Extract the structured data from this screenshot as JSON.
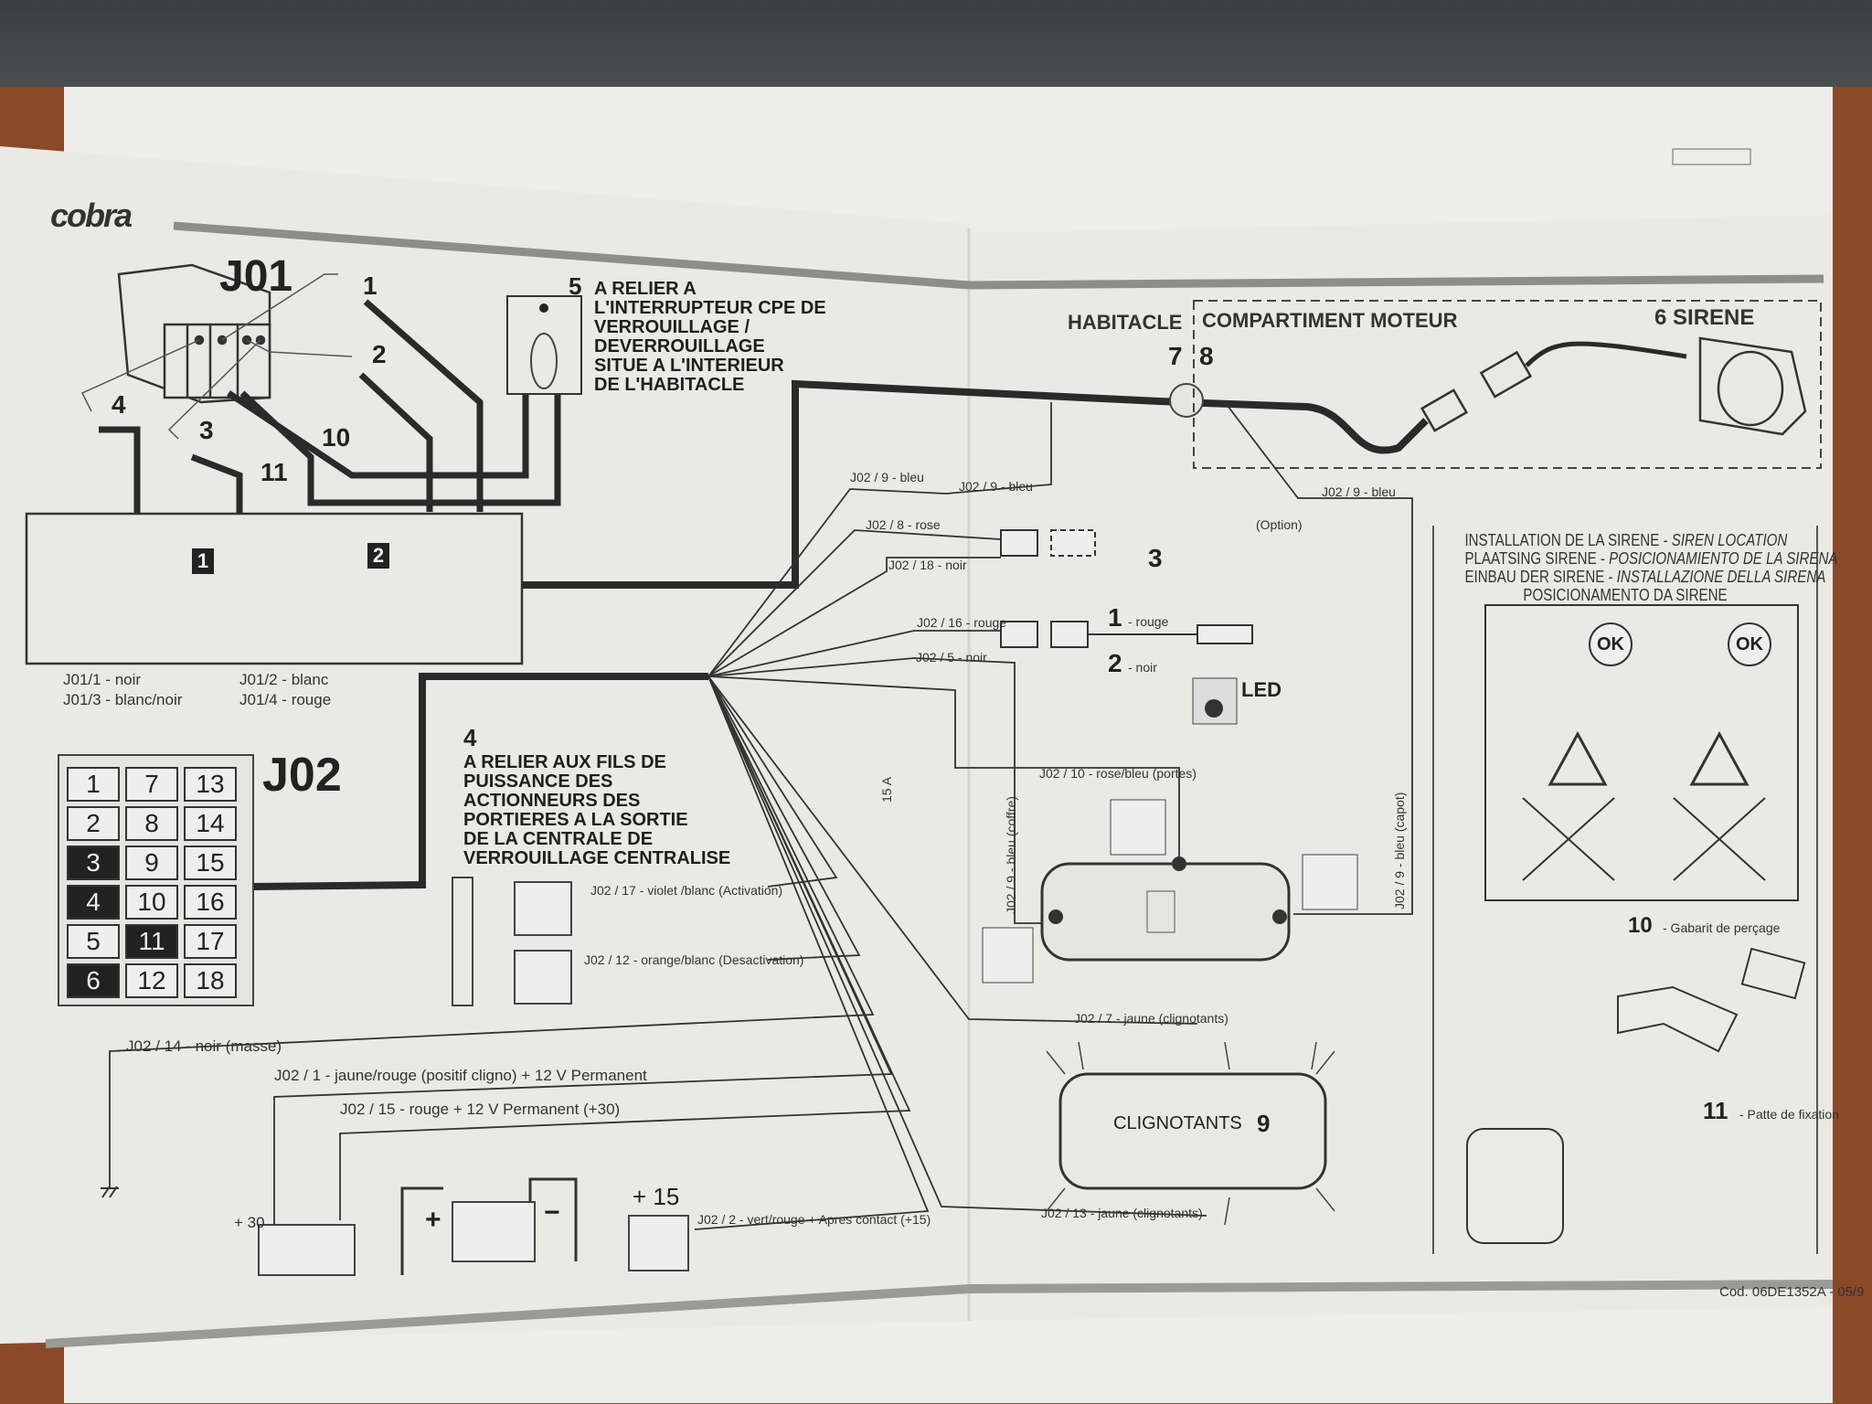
{
  "brand": {
    "logo": "cobra"
  },
  "j01": {
    "title": "J01",
    "pins": [
      "1",
      "2",
      "3",
      "4",
      "10",
      "11"
    ],
    "steps": [
      "1",
      "2"
    ],
    "legend": [
      "J01/1 - noir",
      "J01/2 - blanc",
      "J01/3 - blanc/noir",
      "J01/4 - rouge"
    ]
  },
  "item5": {
    "number": "5",
    "lines": [
      "A RELIER A",
      "L'INTERRUPTEUR CPE DE",
      "VERROUILLAGE /",
      "DEVERROUILLAGE",
      "SITUE A L'INTERIEUR",
      "DE L'HABITACLE"
    ]
  },
  "j02": {
    "title": "J02",
    "cells": [
      "1",
      "7",
      "13",
      "2",
      "8",
      "14",
      "3",
      "9",
      "15",
      "4",
      "10",
      "16",
      "5",
      "11",
      "17",
      "6",
      "12",
      "18"
    ]
  },
  "item4": {
    "number": "4",
    "lines": [
      "A RELIER AUX FILS DE",
      "PUISSANCE DES",
      "ACTIONNEURS DES",
      "PORTIERES  A LA SORTIE",
      "DE LA CENTRALE DE",
      "VERROUILLAGE CENTRALISE"
    ]
  },
  "zones": {
    "habitacle": "HABITACLE",
    "moteur": "COMPARTIMENT MOTEUR",
    "sirene": "6 SIRENE",
    "n7": "7",
    "n8": "8"
  },
  "wires": {
    "w9a": "J02 / 9 - bleu",
    "w9b": "J02 / 9 - bleu",
    "w8": "J02 / 8 - rose",
    "w18": "J02 / 18 - noir",
    "w16": "J02 / 16 - rouge",
    "w5": "J02 / 5 - noir",
    "led1_num": "1",
    "led1": "- rouge",
    "led2_num": "2",
    "led2": "- noir",
    "led": "LED",
    "option": "(Option)",
    "n3": "3",
    "w9c": "J02 / 9 - bleu",
    "w10": "J02 / 10 - rose/bleu (portes)",
    "w9coffre": "J02 / 9 - bleu (coffre)",
    "w9capot": "J02 / 9 - bleu (capot)",
    "fuse": "15 A",
    "w7": "J02 / 7 - jaune (clignotants)",
    "w13": "J02 / 13 - jaune (clignotants)",
    "w17": "J02 / 17 - violet /blanc (Activation)",
    "w12": "J02 / 12 - orange/blanc (Desactivation)",
    "w14": "J02 / 14 - noir (masse)",
    "w1": "J02 / 1 - jaune/rouge (positif cligno) + 12 V Permanent",
    "w15": "J02 / 15 - rouge + 12 V Permanent (+30)",
    "p30": "+ 30",
    "p15": "+ 15",
    "plus": "+",
    "minus": "−",
    "w2": "J02 / 2 - vert/rouge + Apres contact (+15)"
  },
  "clignotants": {
    "label": "CLIGNOTANTS",
    "number": "9"
  },
  "siren_install": {
    "line1a": "INSTALLATION DE LA SIRENE - ",
    "line1b": "SIREN LOCATION",
    "line2a": "PLAATSING SIRENE - ",
    "line2b": "POSICIONAMIENTO DE LA SIRENA",
    "line3a": "EINBAU DER SIRENE - ",
    "line3b": "INSTALLAZIONE DELLA SIRENA",
    "line4": "POSICIONAMENTO DA SIRENE",
    "ok": "OK",
    "n10": "10",
    "gabarit": "- Gabarit de perçage",
    "n11": "11",
    "patte": "- Patte de fixation"
  },
  "footer": {
    "code": "Cod. 06DE1352A - 05/9"
  },
  "colors": {
    "paper": "#e9e9e6",
    "ink": "#222222",
    "desk": "#8a4a2a"
  }
}
